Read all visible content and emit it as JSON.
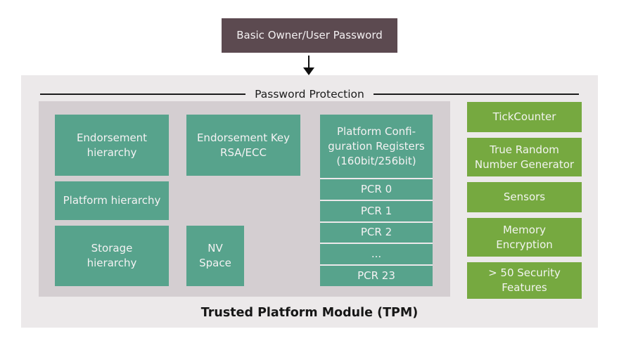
{
  "colors": {
    "top_box": "#5c4a50",
    "teal_box": "#57a38c",
    "green_box": "#76a940",
    "outer_container": "#ece9ea",
    "inner_container": "#d4ced1",
    "line": "#1c1c1c"
  },
  "top": {
    "label": "Basic Owner/User Password"
  },
  "container": {
    "header": "Password Protection",
    "footer": "Trusted Platform Module (TPM)"
  },
  "hierarchies": {
    "items": [
      {
        "label": "Endorsement\nhierarchy"
      },
      {
        "label": "Platform hierarchy"
      },
      {
        "label": "Storage\nhierarchy"
      }
    ]
  },
  "keys": {
    "endorsement_key": "Endorsement Key\nRSA/ECC",
    "nv_space": "NV\nSpace"
  },
  "pcr": {
    "title": "Platform Confi-\nguration Registers\n(160bit/256bit)",
    "rows": [
      {
        "label": "PCR 0"
      },
      {
        "label": "PCR 1"
      },
      {
        "label": "PCR 2"
      },
      {
        "label": "..."
      },
      {
        "label": "PCR 23"
      }
    ]
  },
  "features": {
    "items": [
      {
        "label": "TickCounter"
      },
      {
        "label": "True Random\nNumber Generator"
      },
      {
        "label": "Sensors"
      },
      {
        "label": "Memory\nEncryption"
      },
      {
        "label": "> 50 Security\nFeatures"
      }
    ]
  }
}
